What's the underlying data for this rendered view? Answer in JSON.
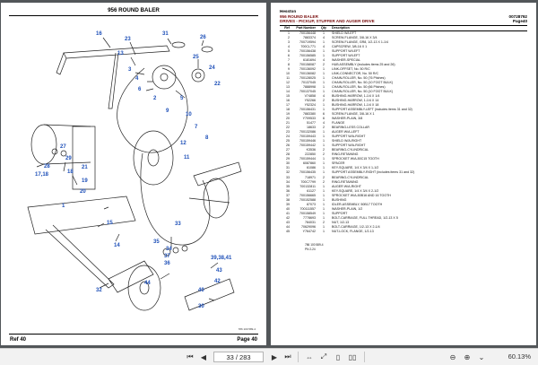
{
  "left_page": {
    "title": "956 ROUND BALER",
    "footer_ref": "Ref  40",
    "footer_page": "Page  40",
    "drawing_code": "786 100 589-4",
    "callouts": [
      "16",
      "23",
      "31",
      "26",
      "13",
      "3",
      "24",
      "25",
      "22",
      "4",
      "6",
      "2",
      "5",
      "9",
      "10",
      "7",
      "8",
      "12",
      "11",
      "27",
      "29",
      "28",
      "18",
      "21",
      "19",
      "20",
      "17,18",
      "1",
      "33",
      "15",
      "35",
      "34",
      "37",
      "36",
      "14",
      "39,38,41",
      "43",
      "42",
      "40",
      "44",
      "32",
      "30"
    ]
  },
  "right_page": {
    "brand": "Hesston",
    "model": "956 ROUND BALER",
    "doc_no": "00728792",
    "section": "DRIVES - PICKUP, STUFFER AND AUGER DRIVE",
    "page_ref": "Page40",
    "col_ref": "Ref",
    "col_part": "Part Number",
    "col_qty": "Qty",
    "col_desc": "Description",
    "rows": [
      [
        "1",
        "700156448",
        "1",
        "SHIELD W/LEFT"
      ],
      [
        "2",
        "7883374",
        "4",
        "SCREW-FLANGE, 3/8-16 X 3/4"
      ],
      [
        "3",
        "700719594",
        "1",
        "SCREW-FLANGE, GR8, 1/2-13 X 1-1/4"
      ],
      [
        "4",
        "700CL771",
        "4",
        "CAPSCREW, 3/8-16 X 1"
      ],
      [
        "5",
        "700156438",
        "1",
        "SUPPORT W/LEFT"
      ],
      [
        "6",
        "700156585",
        "1",
        "SUPPORT W/LEFT"
      ],
      [
        "7",
        "6181694",
        "4",
        "WASHER-SPECIAL"
      ],
      [
        "8",
        "700158087",
        "2",
        "HUB ASSEMBLY (includes items 25 and 26)"
      ],
      [
        "9",
        "700136092",
        "1",
        "LINK-OFFSET, No. 50 R/C"
      ],
      [
        "10",
        "700136082",
        "1",
        "LINK-CONNECTOR, No. 50 R/C"
      ],
      [
        "11",
        "700128025",
        "1",
        "CHAIN-ROLLER, No. 50 (76 Pitches)"
      ],
      [
        "12",
        "70137045",
        "1",
        "CHAIN-ROLLER, No. 50 (10 FOOT BULK)"
      ],
      [
        "13",
        "7888998",
        "1",
        "CHAIN-ROLLER, No. 50 (66 Pitches)"
      ],
      [
        "14",
        "700137045",
        "1",
        "CHAIN-ROLLER, No. 50 (10 FOOT BULK)"
      ],
      [
        "15",
        "V74858",
        "4",
        "BUSHING-HARROW, 1-1/4 X 1/4"
      ],
      [
        "16",
        "Y52266",
        "2",
        "BUSHING-HARROW, 1-1/4 X 14"
      ],
      [
        "17",
        "Y52324",
        "1",
        "BUSHING-HARROW, 1-1/4 X 18"
      ],
      [
        "18",
        "700156431",
        "1",
        "SUPPORT ASSEMBLY-LEFT (includes items 31 and 32)"
      ],
      [
        "19",
        "7883380",
        "6",
        "SCREW-FLANGE, 3/8-16 X 1"
      ],
      [
        "20",
        "Y709533",
        "6",
        "WASHER-PLAIN, 3/8"
      ],
      [
        "21",
        "51477",
        "4",
        "FLANGE"
      ],
      [
        "22",
        "18633",
        "2",
        "BEARING-LESS COLLAR"
      ],
      [
        "23",
        "700132086",
        "1",
        "AUGER W/A-LEFT"
      ],
      [
        "24",
        "700159443",
        "1",
        "SUPPORT W/A-RIGHT"
      ],
      [
        "25",
        "700159446",
        "1",
        "SHIELD W/A-RIGHT"
      ],
      [
        "26",
        "700159442",
        "1",
        "SUPPORT W/A-RIGHT"
      ],
      [
        "27",
        "K3536",
        "2",
        "BEARING-CYLINDRICAL"
      ],
      [
        "28",
        "222850",
        "2",
        "RING-RETAINING"
      ],
      [
        "29",
        "700159444",
        "1",
        "SPROCKET W/A-50C15 TOOTH"
      ],
      [
        "30",
        "6087860",
        "1",
        "SPACER"
      ],
      [
        "31",
        "61086",
        "1",
        "KEY-SQUARE, 1/4 X 3/4 X 1-1/2"
      ],
      [
        "32",
        "700156435",
        "1",
        "SUPPORT ASSEMBLY-RIGHT (includes items 31 and 32)"
      ],
      [
        "33",
        "718971",
        "2",
        "BEARING-CYLINDRICAL"
      ],
      [
        "34",
        "700C7799",
        "2",
        "RING-RETAINING"
      ],
      [
        "35",
        "700132811",
        "1",
        "AUGER W/A-RIGHT"
      ],
      [
        "36",
        "61127",
        "1",
        "KEY-SQUARE, 1/4 X 3/4 X 2-1/2"
      ],
      [
        "37",
        "700156665",
        "1",
        "SPROCKET W/A-50B16 AND 16 TOOTH"
      ],
      [
        "38",
        "700152588",
        "1",
        "BUSHING"
      ],
      [
        "39",
        "87073",
        "1",
        "IDLER-ASSEMBLY, 50B17 TOOTH"
      ],
      [
        "40",
        "700111557",
        "1",
        "WASHER-PLAIN, 1/2"
      ],
      [
        "41",
        "700158549",
        "1",
        "SUPPORT"
      ],
      [
        "42",
        "7778693",
        "1",
        "BOLT-CARRIAGE, FULL THREAD, 1/2-13 X 5"
      ],
      [
        "43",
        "784031",
        "2",
        "NUT, 1/2-13"
      ],
      [
        "44",
        "70629096",
        "1",
        "BOLT-CARRIAGE, 1/2-13 X 2-1/4"
      ],
      [
        "45",
        "Y764742",
        "1",
        "NUT-LOCK, FLANGE, 1/2-13"
      ]
    ],
    "footer_code": "786 100 589-4",
    "footer_pn": "PN 2-24"
  },
  "toolbar": {
    "page_indicator": "33 / 283",
    "zoom": "60.13%"
  },
  "colors": {
    "callout": "#1d4fb8",
    "viewer_bg": "#525659",
    "toolbar_bg": "#f2f2f2"
  }
}
